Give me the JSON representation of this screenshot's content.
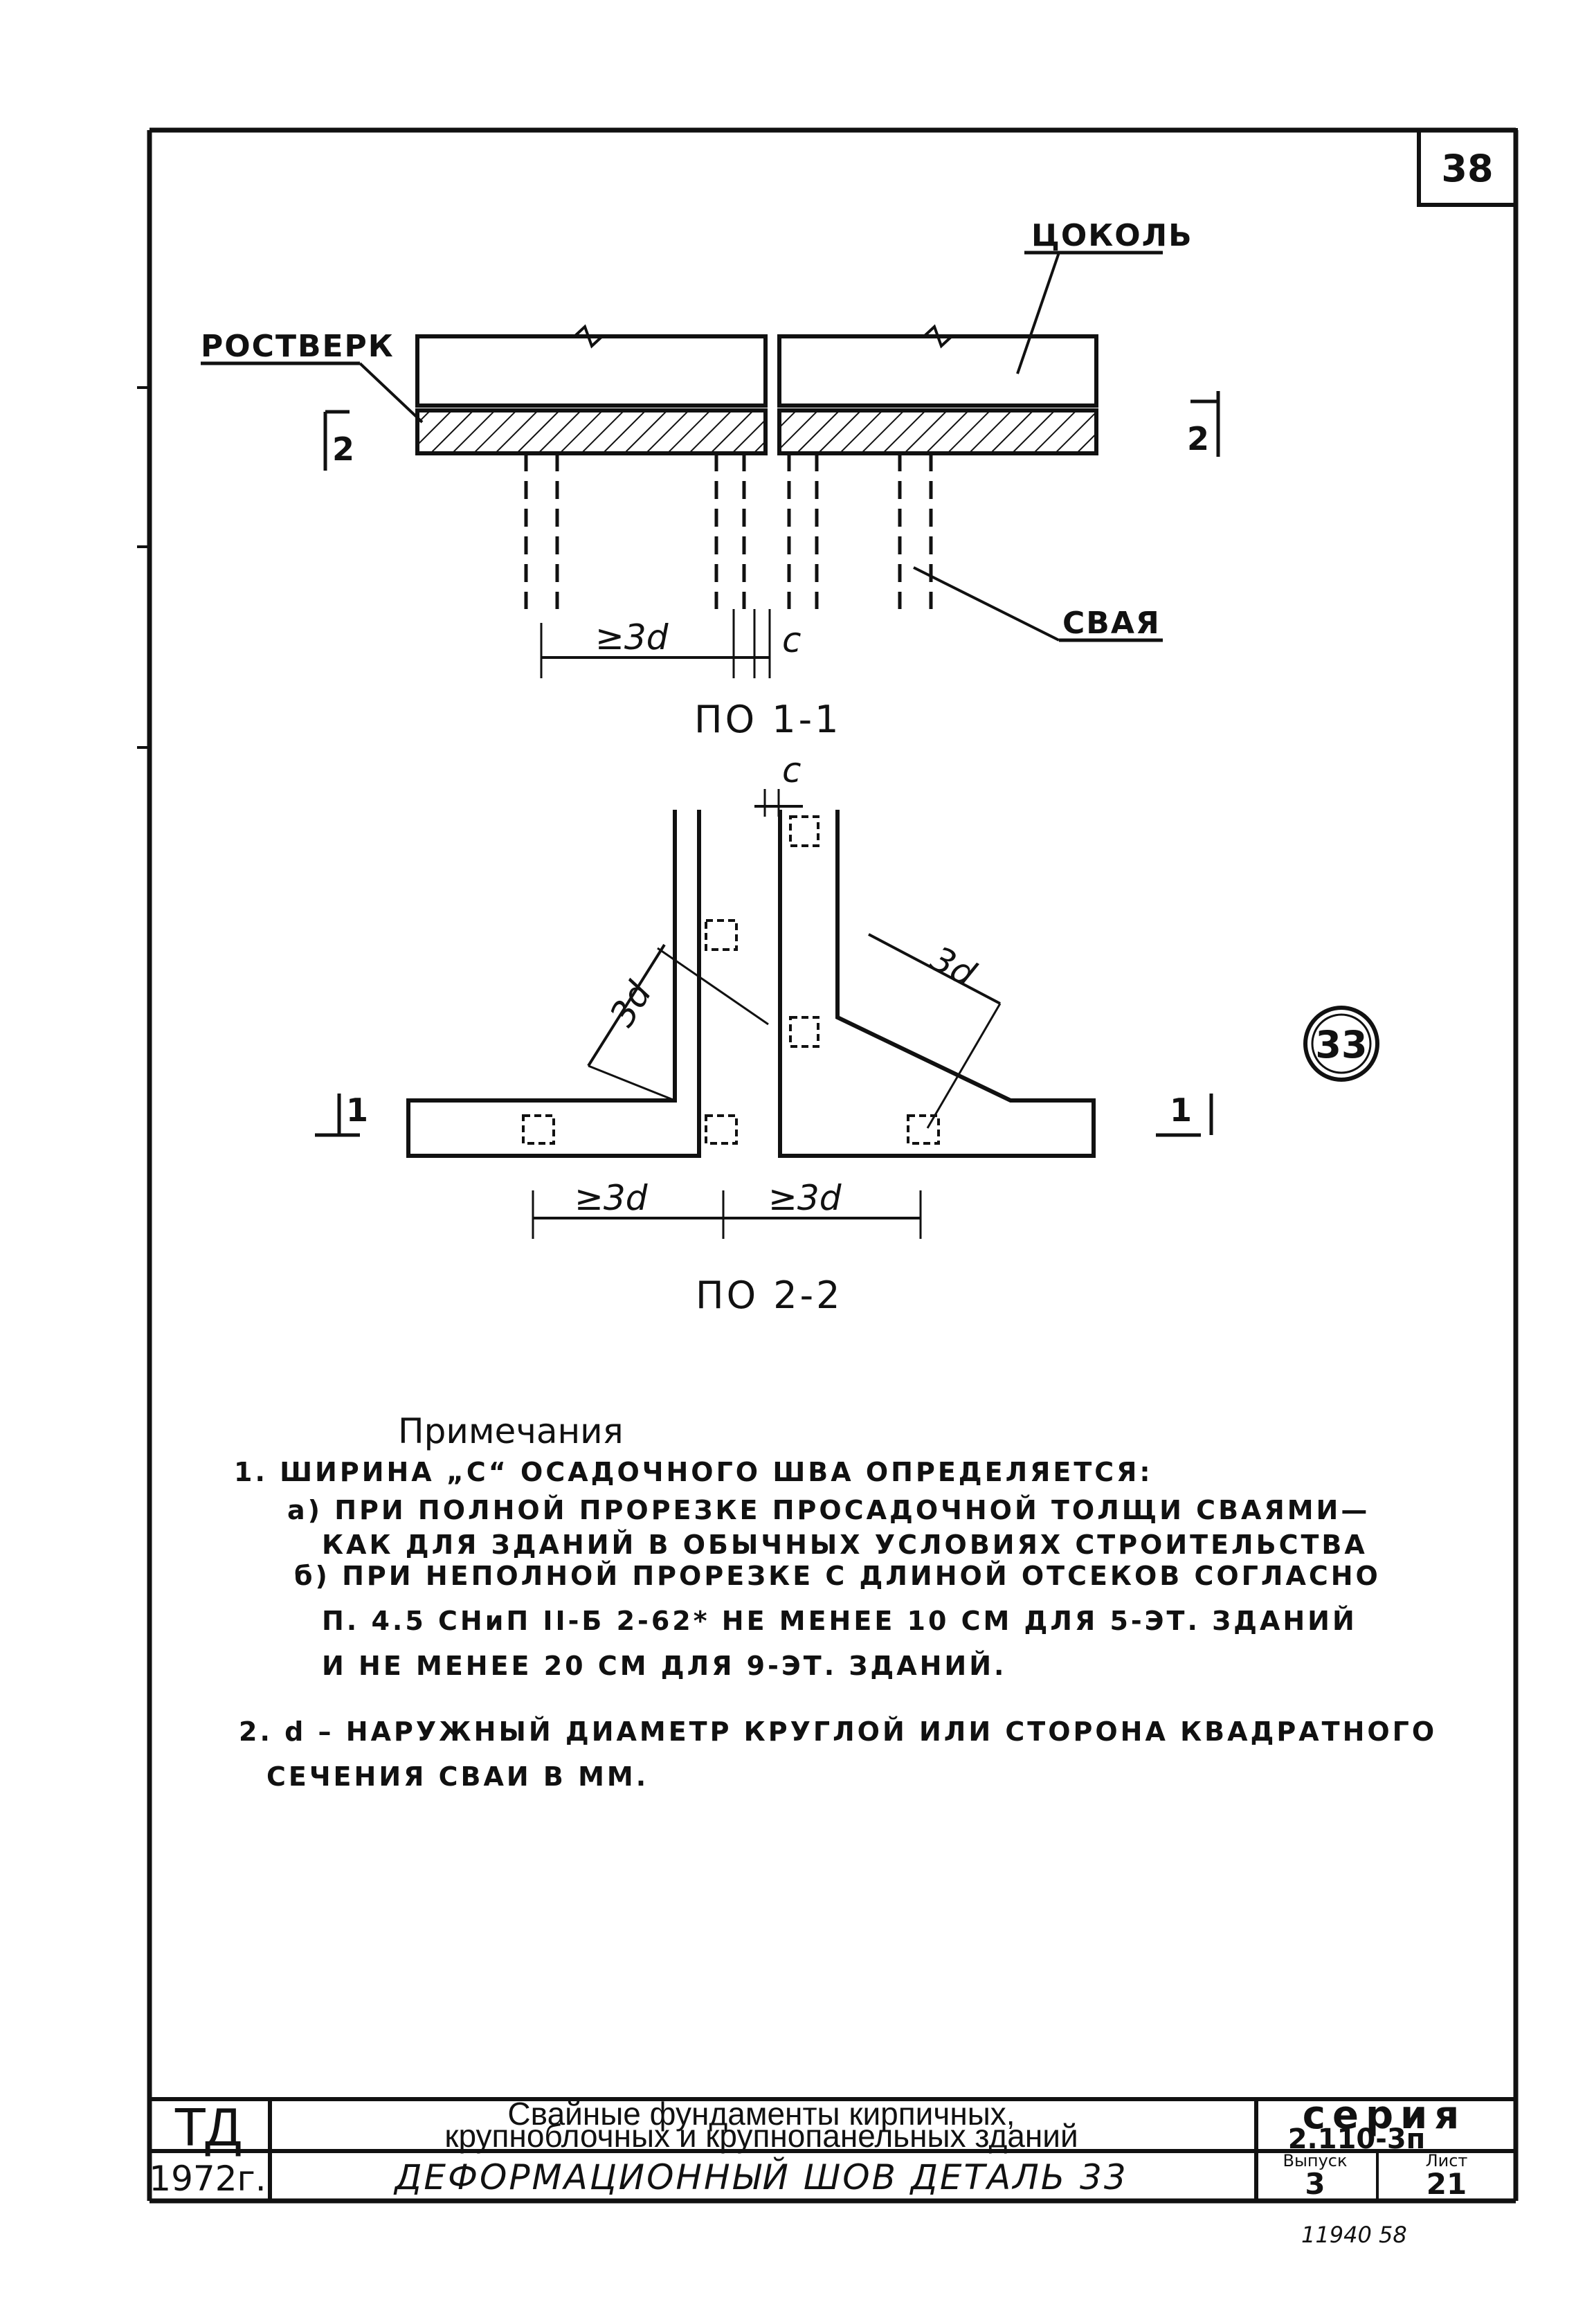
{
  "sheet_number": "38",
  "section_1_1": {
    "label_top": "ЦОКОЛЬ",
    "label_left": "РОСТВЕРК",
    "label_pile": "СВАЯ",
    "section_mark": "2",
    "dim_spacing": "≥3d",
    "dim_gap": "c",
    "caption": "ПО 1-1"
  },
  "section_2_2": {
    "dim_gap": "c",
    "dim_left_diag": "3d",
    "dim_right_diag": "3d",
    "dim_bottom_left": "≥3d",
    "dim_bottom_right": "≥3d",
    "section_mark": "1",
    "caption": "ПО 2-2"
  },
  "detail_marker": "33",
  "notes": {
    "heading": "Примечания",
    "lines": [
      "1. ШИРИНА „С“ ОСАДОЧНОГО ШВА ОПРЕДЕЛЯЕТСЯ:",
      "а) ПРИ ПОЛНОЙ ПРОРЕЗКЕ ПРОСАДОЧНОЙ ТОЛЩИ СВАЯМИ—",
      "КАК ДЛЯ ЗДАНИЙ В ОБЫЧНЫХ УСЛОВИЯХ СТРОИТЕЛЬСТВА",
      "б) ПРИ НЕПОЛНОЙ ПРОРЕЗКЕ С ДЛИНОЙ ОТСЕКОВ СОГЛАСНО",
      "П. 4.5 СНиП II-Б 2-62* НЕ МЕНЕЕ 10 СМ ДЛЯ 5-ЭТ. ЗДАНИЙ",
      "И НЕ МЕНЕЕ 20 СМ ДЛЯ 9-ЭТ. ЗДАНИЙ.",
      "2. d – НАРУЖНЫЙ ДИАМЕТР КРУГЛОЙ ИЛИ СТОРОНА КВАДРАТНОГО",
      "СЕЧЕНИЯ СВАИ В ММ."
    ]
  },
  "title_block": {
    "org": "ТД",
    "year": "1972г.",
    "title_line1": "Свайные фундаменты кирпичных,",
    "title_line2": "крупноблочных и крупнопанельных зданий",
    "drawing_name": "ДЕФОРМАЦИОННЫЙ ШОВ  ДЕТАЛЬ 33",
    "series_label": "серия",
    "series_value": "2.110-3п",
    "issue_label": "Выпуск",
    "issue_value": "3",
    "sheet_label": "Лист",
    "sheet_value": "21"
  },
  "stamp_below": "11940  58"
}
